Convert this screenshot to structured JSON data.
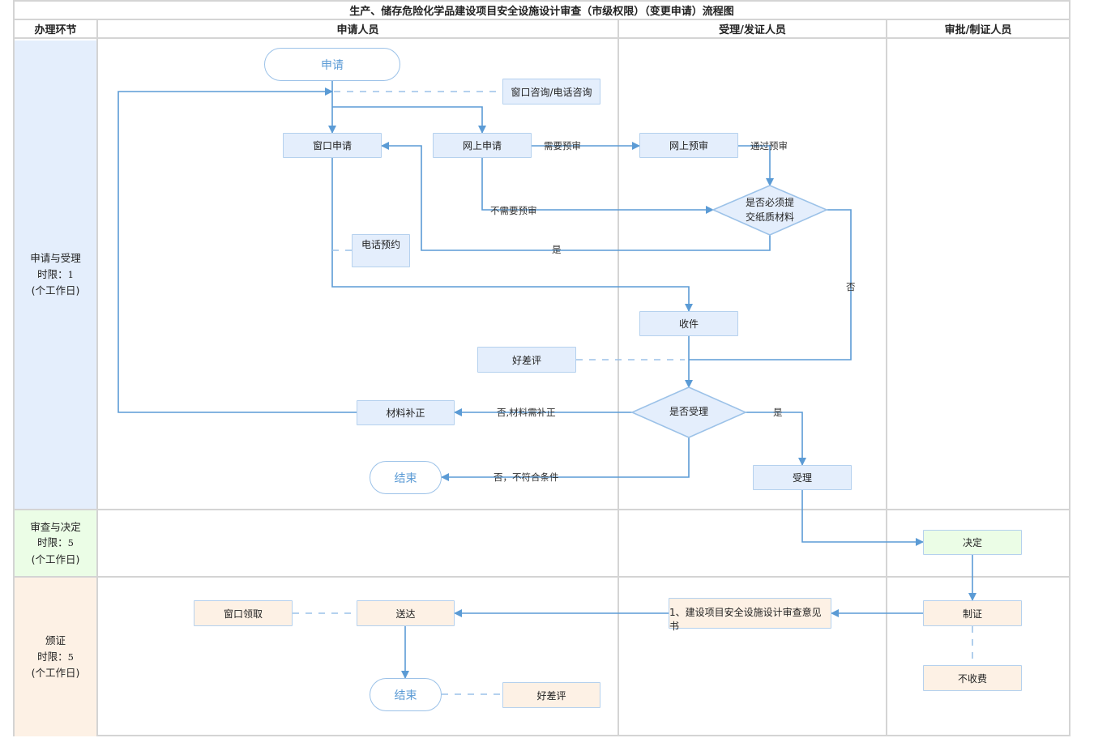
{
  "title": "生产、储存危险化学品建设项目安全设施设计审查（市级权限）（变更申请）流程图",
  "columns": {
    "stage": "办理环节",
    "applicant": "申请人员",
    "acceptor": "受理/发证人员",
    "approver": "审批/制证人员"
  },
  "stages": [
    {
      "name": "申请与受理",
      "limit_label": "时限：",
      "limit_value": "1",
      "unit": "(个工作日)",
      "color": "#e4eefc"
    },
    {
      "name": "审查与决定",
      "limit_label": "时限：",
      "limit_value": "5",
      "unit": "(个工作日)",
      "color": "#ebfde6"
    },
    {
      "name": "颁证",
      "limit_label": "时限：",
      "limit_value": "5",
      "unit": "(个工作日)",
      "color": "#fdf1e5"
    }
  ],
  "nodes": {
    "start": "申请",
    "consult": "窗口咨询/电话咨询",
    "window_apply": "窗口申请",
    "online_apply": "网上申请",
    "online_precheck": "网上预审",
    "paper_decision_line1": "是否必须提",
    "paper_decision_line2": "交纸质材料",
    "phone_booking": "电话预约",
    "receive": "收件",
    "rating1": "好差评",
    "accept_decision": "是否受理",
    "supplement": "材料补正",
    "end1": "结束",
    "accept": "受理",
    "decide": "决定",
    "certify": "制证",
    "opinion_doc": "1、建设项目安全设施设计审查意见书",
    "deliver": "送达",
    "window_pickup": "窗口领取",
    "end2": "结束",
    "rating2": "好差评",
    "no_fee": "不收费"
  },
  "edge_labels": {
    "need_precheck": "需要预审",
    "pass_precheck": "通过预审",
    "no_precheck": "不需要预审",
    "yes_paper": "是",
    "no_paper": "否",
    "no_supplement": "否,材料需补正",
    "yes_accept": "是",
    "no_unqualified": "否，不符合条件"
  },
  "colors": {
    "line": "#5b9bd5",
    "dash": "#9cc2e8",
    "grid": "#d4d4d4"
  }
}
